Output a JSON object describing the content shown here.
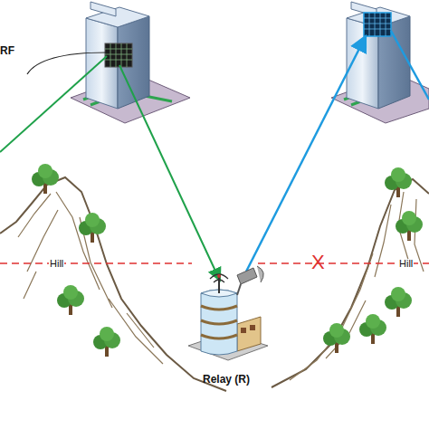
{
  "diagram": {
    "nodes": [
      {
        "text": [
          "Relay (R)"
        ]
      }
    ],
    "labels": [
      "RF",
      "Hill",
      "Hill",
      "X"
    ]
  }
}
